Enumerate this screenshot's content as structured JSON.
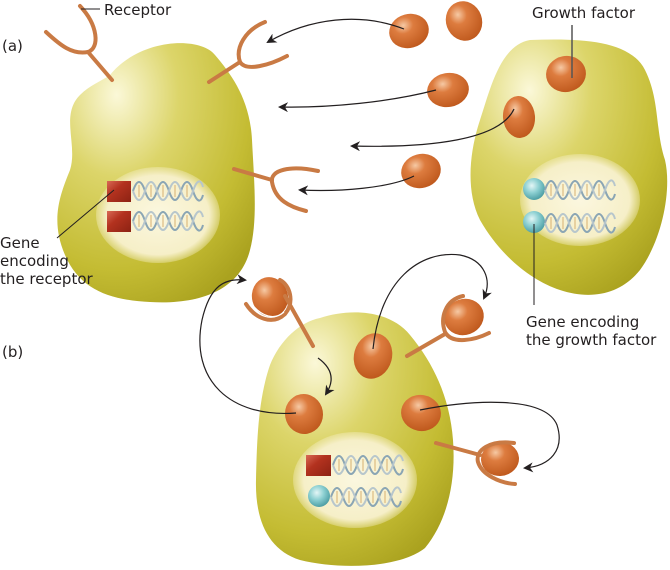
{
  "panels": {
    "a": {
      "label": "(a)"
    },
    "b": {
      "label": "(b)"
    }
  },
  "labels": {
    "receptor": "Receptor",
    "growth_factor": "Growth factor",
    "gene_receptor": "Gene\nencoding\nthe receptor",
    "gene_growth_factor": "Gene encoding\nthe growth factor"
  },
  "colors": {
    "cell": "#c9c23a",
    "cell_highlight": "#f4f0b8",
    "nucleus": "#f8f2cf",
    "receptor": "#c97a44",
    "growth_factor": "#d06a2c",
    "receptor_gene": "#b33a2a",
    "growth_factor_gene": "#8fd0d0",
    "dna": "#8aa5b4",
    "arrow": "#231f20"
  }
}
